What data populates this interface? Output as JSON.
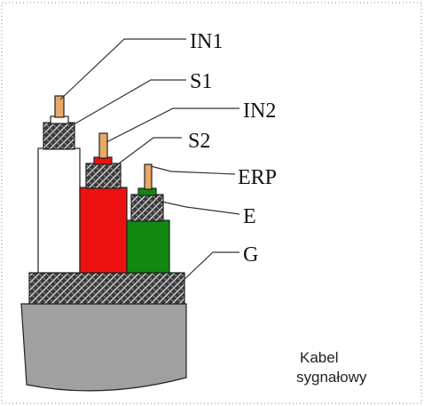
{
  "labels": {
    "in1": "IN1",
    "s1": "S1",
    "in2": "IN2",
    "s2": "S2",
    "erp": "ERP",
    "e": "E",
    "g": "G"
  },
  "caption": {
    "line1": "Kabel",
    "line2": "sygnałowy"
  },
  "colors": {
    "white_core": "#ffffff",
    "red_core": "#ee1111",
    "green_core": "#118811",
    "copper": "#e8a867",
    "braid": "#3a3a3a",
    "jacket": "#a0a0a0"
  }
}
